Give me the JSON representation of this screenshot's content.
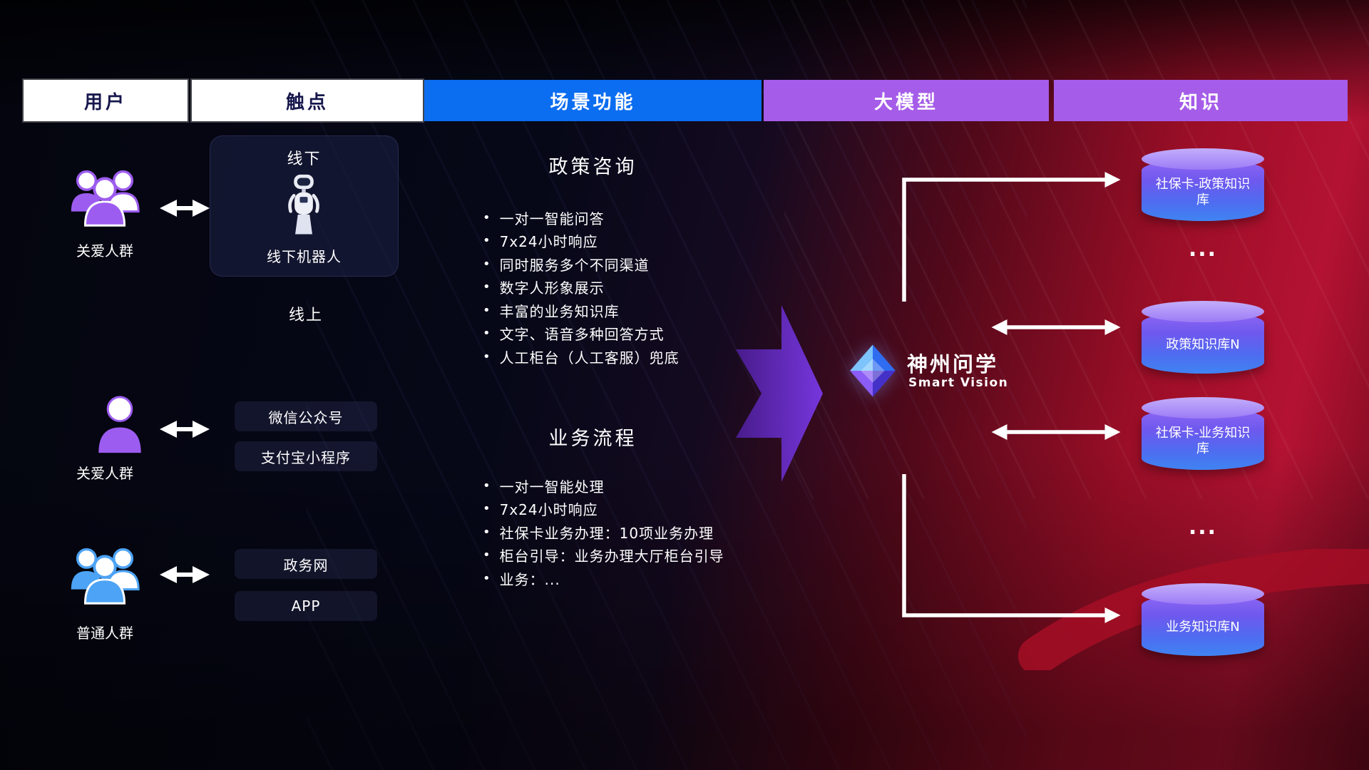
{
  "headers": [
    {
      "label": "用户"
    },
    {
      "label": "触点"
    },
    {
      "label": "场景功能"
    },
    {
      "label": "大模型"
    },
    {
      "label": "知识"
    }
  ],
  "users": [
    {
      "label": "关爱人群",
      "icon": "people-group-purple"
    },
    {
      "label": "关爱人群",
      "icon": "person-purple"
    },
    {
      "label": "普通人群",
      "icon": "people-group-blue"
    }
  ],
  "touchpoints": {
    "offline_title": "线下",
    "offline_robot_label": "线下机器人",
    "online_title": "线上",
    "online_items": [
      {
        "label": "微信公众号"
      },
      {
        "label": "支付宝小程序"
      },
      {
        "label": "政务网"
      },
      {
        "label": "APP"
      }
    ]
  },
  "scenarios": {
    "policy": {
      "title": "政策咨询",
      "items": [
        "一对一智能问答",
        "7x24小时响应",
        "同时服务多个不同渠道",
        "数字人形象展示",
        "丰富的业务知识库",
        "文字、语音多种回答方式",
        "人工柜台（人工客服）兜底"
      ]
    },
    "business": {
      "title": "业务流程",
      "items": [
        "一对一智能处理",
        "7x24小时响应",
        "社保卡业务办理：10项业务办理",
        "柜台引导：业务办理大厅柜台引导",
        "业务：..."
      ]
    }
  },
  "model": {
    "name": "神州问学",
    "subtitle": "Smart Vision"
  },
  "knowledge": {
    "cylinders": [
      {
        "label": "社保卡-政策知识库"
      },
      {
        "label": "政策知识库N"
      },
      {
        "label": "社保卡-业务知识库"
      },
      {
        "label": "业务知识库N"
      }
    ],
    "ellipsis": "..."
  },
  "colors": {
    "header_blue": "#0b6df0",
    "header_purple": "#a55ce8",
    "icon_purple": "#9d5cf0",
    "icon_blue": "#4da3f5",
    "cylinder_top": "#b49cf8",
    "cylinder_bottom": "#3f84f2",
    "accent_red": "#a50e26",
    "arrow_white": "#ffffff"
  }
}
